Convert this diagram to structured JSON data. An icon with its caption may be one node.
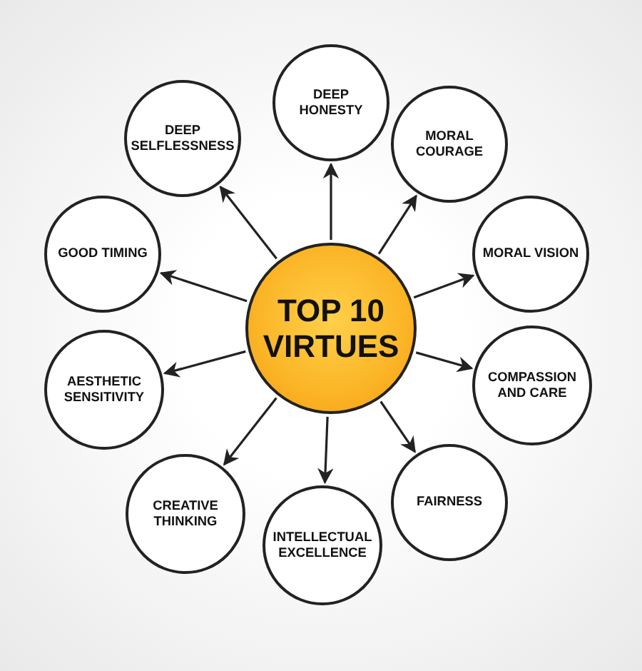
{
  "diagram": {
    "nodes": [
      {
        "text": [
          "TOP 10 VIRTUES"
        ]
      },
      {
        "text": [
          "DEEP HONESTY"
        ]
      },
      {
        "text": [
          "MORAL COURAGE"
        ]
      },
      {
        "text": [
          "MORAL VISION"
        ]
      },
      {
        "text": [
          "COMPASSION AND CARE"
        ]
      },
      {
        "text": [
          "FAIRNESS"
        ]
      },
      {
        "text": [
          "INTELLECTUAL EXCELLENCE"
        ]
      },
      {
        "text": [
          "CREATIVE THINKING"
        ]
      },
      {
        "text": [
          "AESTHETIC SENSITIVITY"
        ]
      },
      {
        "text": [
          "GOOD TIMING"
        ]
      },
      {
        "text": [
          "DEEP SELFLESSNESS"
        ]
      }
    ],
    "edges": [
      {
        "from": 0,
        "to": 1,
        "arrow": "to"
      },
      {
        "from": 0,
        "to": 2,
        "arrow": "to"
      },
      {
        "from": 0,
        "to": 3,
        "arrow": "to"
      },
      {
        "from": 0,
        "to": 4,
        "arrow": "to"
      },
      {
        "from": 0,
        "to": 5,
        "arrow": "to"
      },
      {
        "from": 0,
        "to": 6,
        "arrow": "to"
      },
      {
        "from": 0,
        "to": 7,
        "arrow": "to"
      },
      {
        "from": 0,
        "to": 8,
        "arrow": "to"
      },
      {
        "from": 0,
        "to": 9,
        "arrow": "to"
      },
      {
        "from": 0,
        "to": 10,
        "arrow": "to"
      }
    ]
  }
}
